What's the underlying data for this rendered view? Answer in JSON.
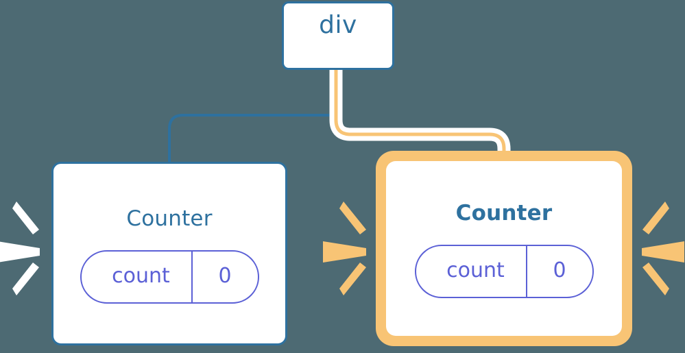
{
  "diagram": {
    "type": "component-tree",
    "description": "React component tree showing a parent div with two Counter children; the right Counter is highlighted as re-rendered",
    "background_color": "#4d6a73"
  },
  "colors": {
    "background": "#4d6a73",
    "node_fill": "#ffffff",
    "blue_border": "#2e719f",
    "blue_text": "#2e719f",
    "highlight_orange": "#f8c475",
    "pill_purple": "#5b60d6",
    "halo_white": "#ffffff",
    "ray_white": "#ffffff",
    "ray_orange": "#f8c475"
  },
  "nodes": {
    "root": {
      "id": "div-node",
      "label": "div",
      "highlighted": false,
      "bold": false
    },
    "left_child": {
      "id": "counter-left",
      "label": "Counter",
      "highlighted": false,
      "bold": false,
      "state": {
        "key": "count",
        "value": "0"
      },
      "sparkle": {
        "color": "#ffffff",
        "sides": [
          "left"
        ],
        "ray_count": 3
      }
    },
    "right_child": {
      "id": "counter-right",
      "label": "Counter",
      "highlighted": true,
      "bold": true,
      "state": {
        "key": "count",
        "value": "0"
      },
      "sparkle": {
        "color": "#f8c475",
        "sides": [
          "left",
          "right"
        ],
        "ray_count": 3
      }
    }
  },
  "edges": [
    {
      "id": "edge-div-to-left-counter",
      "from": "div-node",
      "to": "counter-left",
      "color": "#2e719f",
      "width": 4,
      "highlighted": false
    },
    {
      "id": "edge-div-to-right-counter",
      "from": "div-node",
      "to": "counter-right",
      "color": "#f8c475",
      "width": 5,
      "halo_color": "#ffffff",
      "halo_width": 17,
      "highlighted": true
    }
  ]
}
